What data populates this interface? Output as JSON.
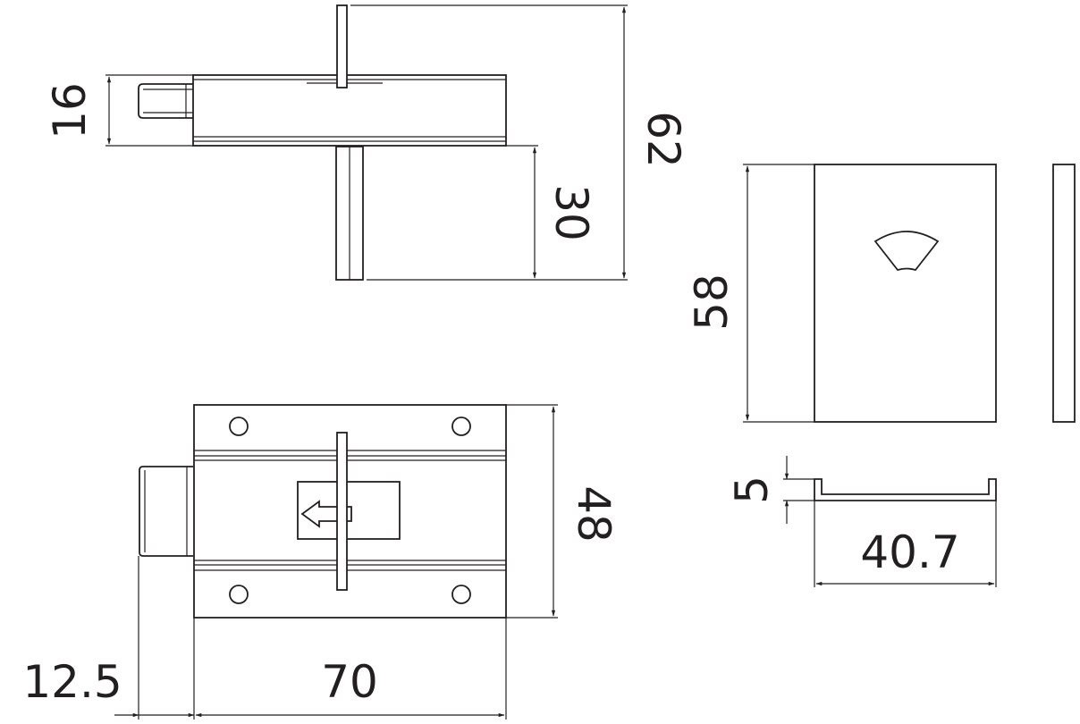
{
  "dimensions": {
    "top_view_bolt_height": "16",
    "top_view_total_height": "62",
    "top_view_pin_height": "30",
    "strike_plate_height": "58",
    "front_view_height": "48",
    "bolt_extension": "12.5",
    "body_width": "70",
    "catch_depth": "5",
    "catch_width": "40.7"
  },
  "colors": {
    "line": "#231f20",
    "background": "#ffffff"
  }
}
